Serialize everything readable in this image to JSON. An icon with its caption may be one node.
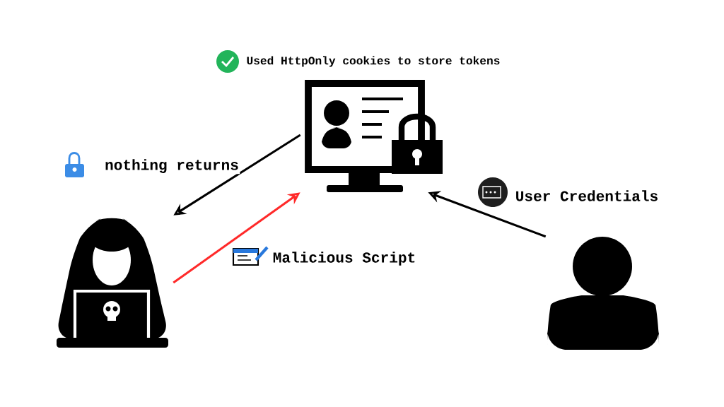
{
  "diagram": {
    "nodes": [
      {
        "text": [],
        "shape": "picture"
      },
      {
        "text": [],
        "shape": "picture"
      },
      {
        "text": [],
        "shape": "picture"
      }
    ],
    "edges": [
      {
        "from": 0,
        "to": 1,
        "arrow": "to",
        "label": "nothing returns"
      },
      {
        "from": 1,
        "to": 0,
        "arrow": "to",
        "label": "Malicious Script",
        "color": "#ff2a2a"
      },
      {
        "from": 2,
        "to": 0,
        "arrow": "to",
        "label": "User Credentials"
      }
    ],
    "labels": [
      "Used HttpOnly cookies to store tokens"
    ]
  }
}
